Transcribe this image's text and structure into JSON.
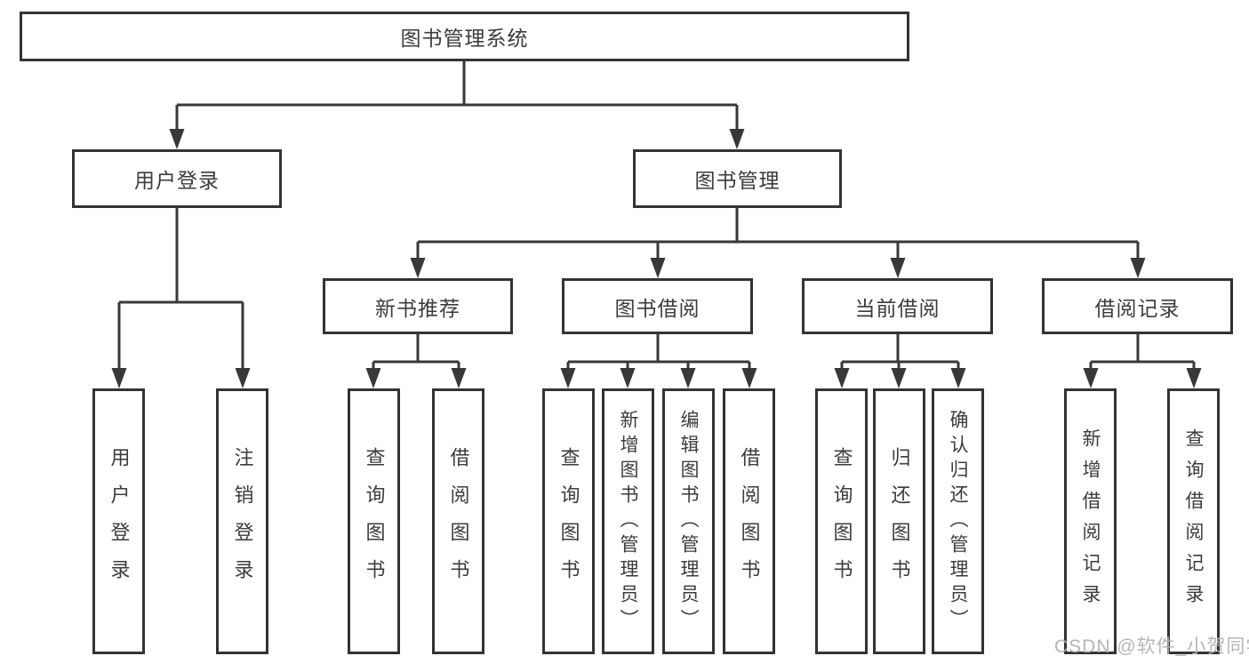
{
  "diagram": {
    "title": "图书管理系统",
    "watermark": "CSDN @软件_小贺同学",
    "colors": {
      "line": "#383838",
      "box_border": "#333333",
      "text": "#3c3c3c",
      "background": "#ffffff",
      "watermark": "#b2b2b2"
    },
    "nodes": {
      "root": {
        "label": "图书管理系统"
      },
      "level2": [
        {
          "label": "用户登录"
        },
        {
          "label": "图书管理"
        }
      ],
      "level3": [
        {
          "label": "新书推荐",
          "parent": "图书管理"
        },
        {
          "label": "图书借阅",
          "parent": "图书管理"
        },
        {
          "label": "当前借阅",
          "parent": "图书管理"
        },
        {
          "label": "借阅记录",
          "parent": "图书管理"
        }
      ],
      "level4": [
        {
          "label": "用户登录",
          "parent": "用户登录"
        },
        {
          "label": "注销登录",
          "parent": "用户登录"
        },
        {
          "label": "查询图书",
          "parent": "新书推荐"
        },
        {
          "label": "借阅图书",
          "parent": "新书推荐"
        },
        {
          "label": "查询图书",
          "parent": "图书借阅"
        },
        {
          "label": "新增图书（管理员）",
          "parent": "图书借阅"
        },
        {
          "label": "编辑图书（管理员）",
          "parent": "图书借阅"
        },
        {
          "label": "借阅图书",
          "parent": "图书借阅"
        },
        {
          "label": "查询图书",
          "parent": "当前借阅"
        },
        {
          "label": "归还图书",
          "parent": "当前借阅"
        },
        {
          "label": "确认归还（管理员）",
          "parent": "当前借阅"
        },
        {
          "label": "新增借阅记录",
          "parent": "借阅记录"
        },
        {
          "label": "查询借阅记录",
          "parent": "借阅记录"
        }
      ]
    }
  }
}
